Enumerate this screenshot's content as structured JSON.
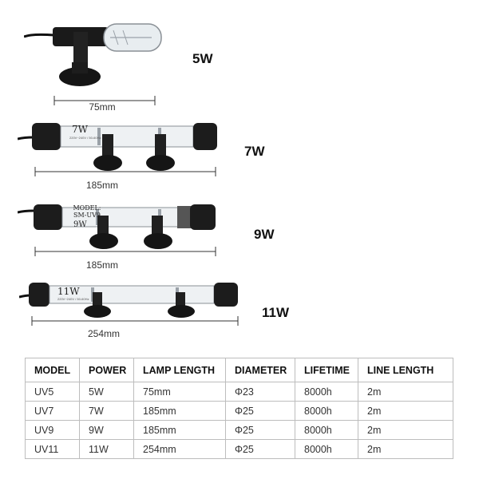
{
  "lamps": [
    {
      "power_label": "5W",
      "length_label": "75mm"
    },
    {
      "power_label": "7W",
      "length_label": "185mm",
      "tube_text": "7W",
      "tube_small_text": "220V~240V / 50-60Hz"
    },
    {
      "power_label": "9W",
      "length_label": "185mm",
      "tube_text_model": "MODEL:",
      "tube_text_name": "SM-UV9",
      "tube_text": "9W"
    },
    {
      "power_label": "11W",
      "length_label": "254mm",
      "tube_text": "11W",
      "tube_small_text": "220V~240V / 50-60Hz"
    }
  ],
  "table": {
    "headers": [
      "MODEL",
      "POWER",
      "LAMP LENGTH",
      "DIAMETER",
      "LIFETIME",
      "LINE LENGTH"
    ],
    "rows": [
      [
        "UV5",
        "5W",
        "75mm",
        "Φ23",
        "8000h",
        "2m"
      ],
      [
        "UV7",
        "7W",
        "185mm",
        "Φ25",
        "8000h",
        "2m"
      ],
      [
        "UV9",
        "9W",
        "185mm",
        "Φ25",
        "8000h",
        "2m"
      ],
      [
        "UV11",
        "11W",
        "254mm",
        "Φ25",
        "8000h",
        "2m"
      ]
    ]
  }
}
